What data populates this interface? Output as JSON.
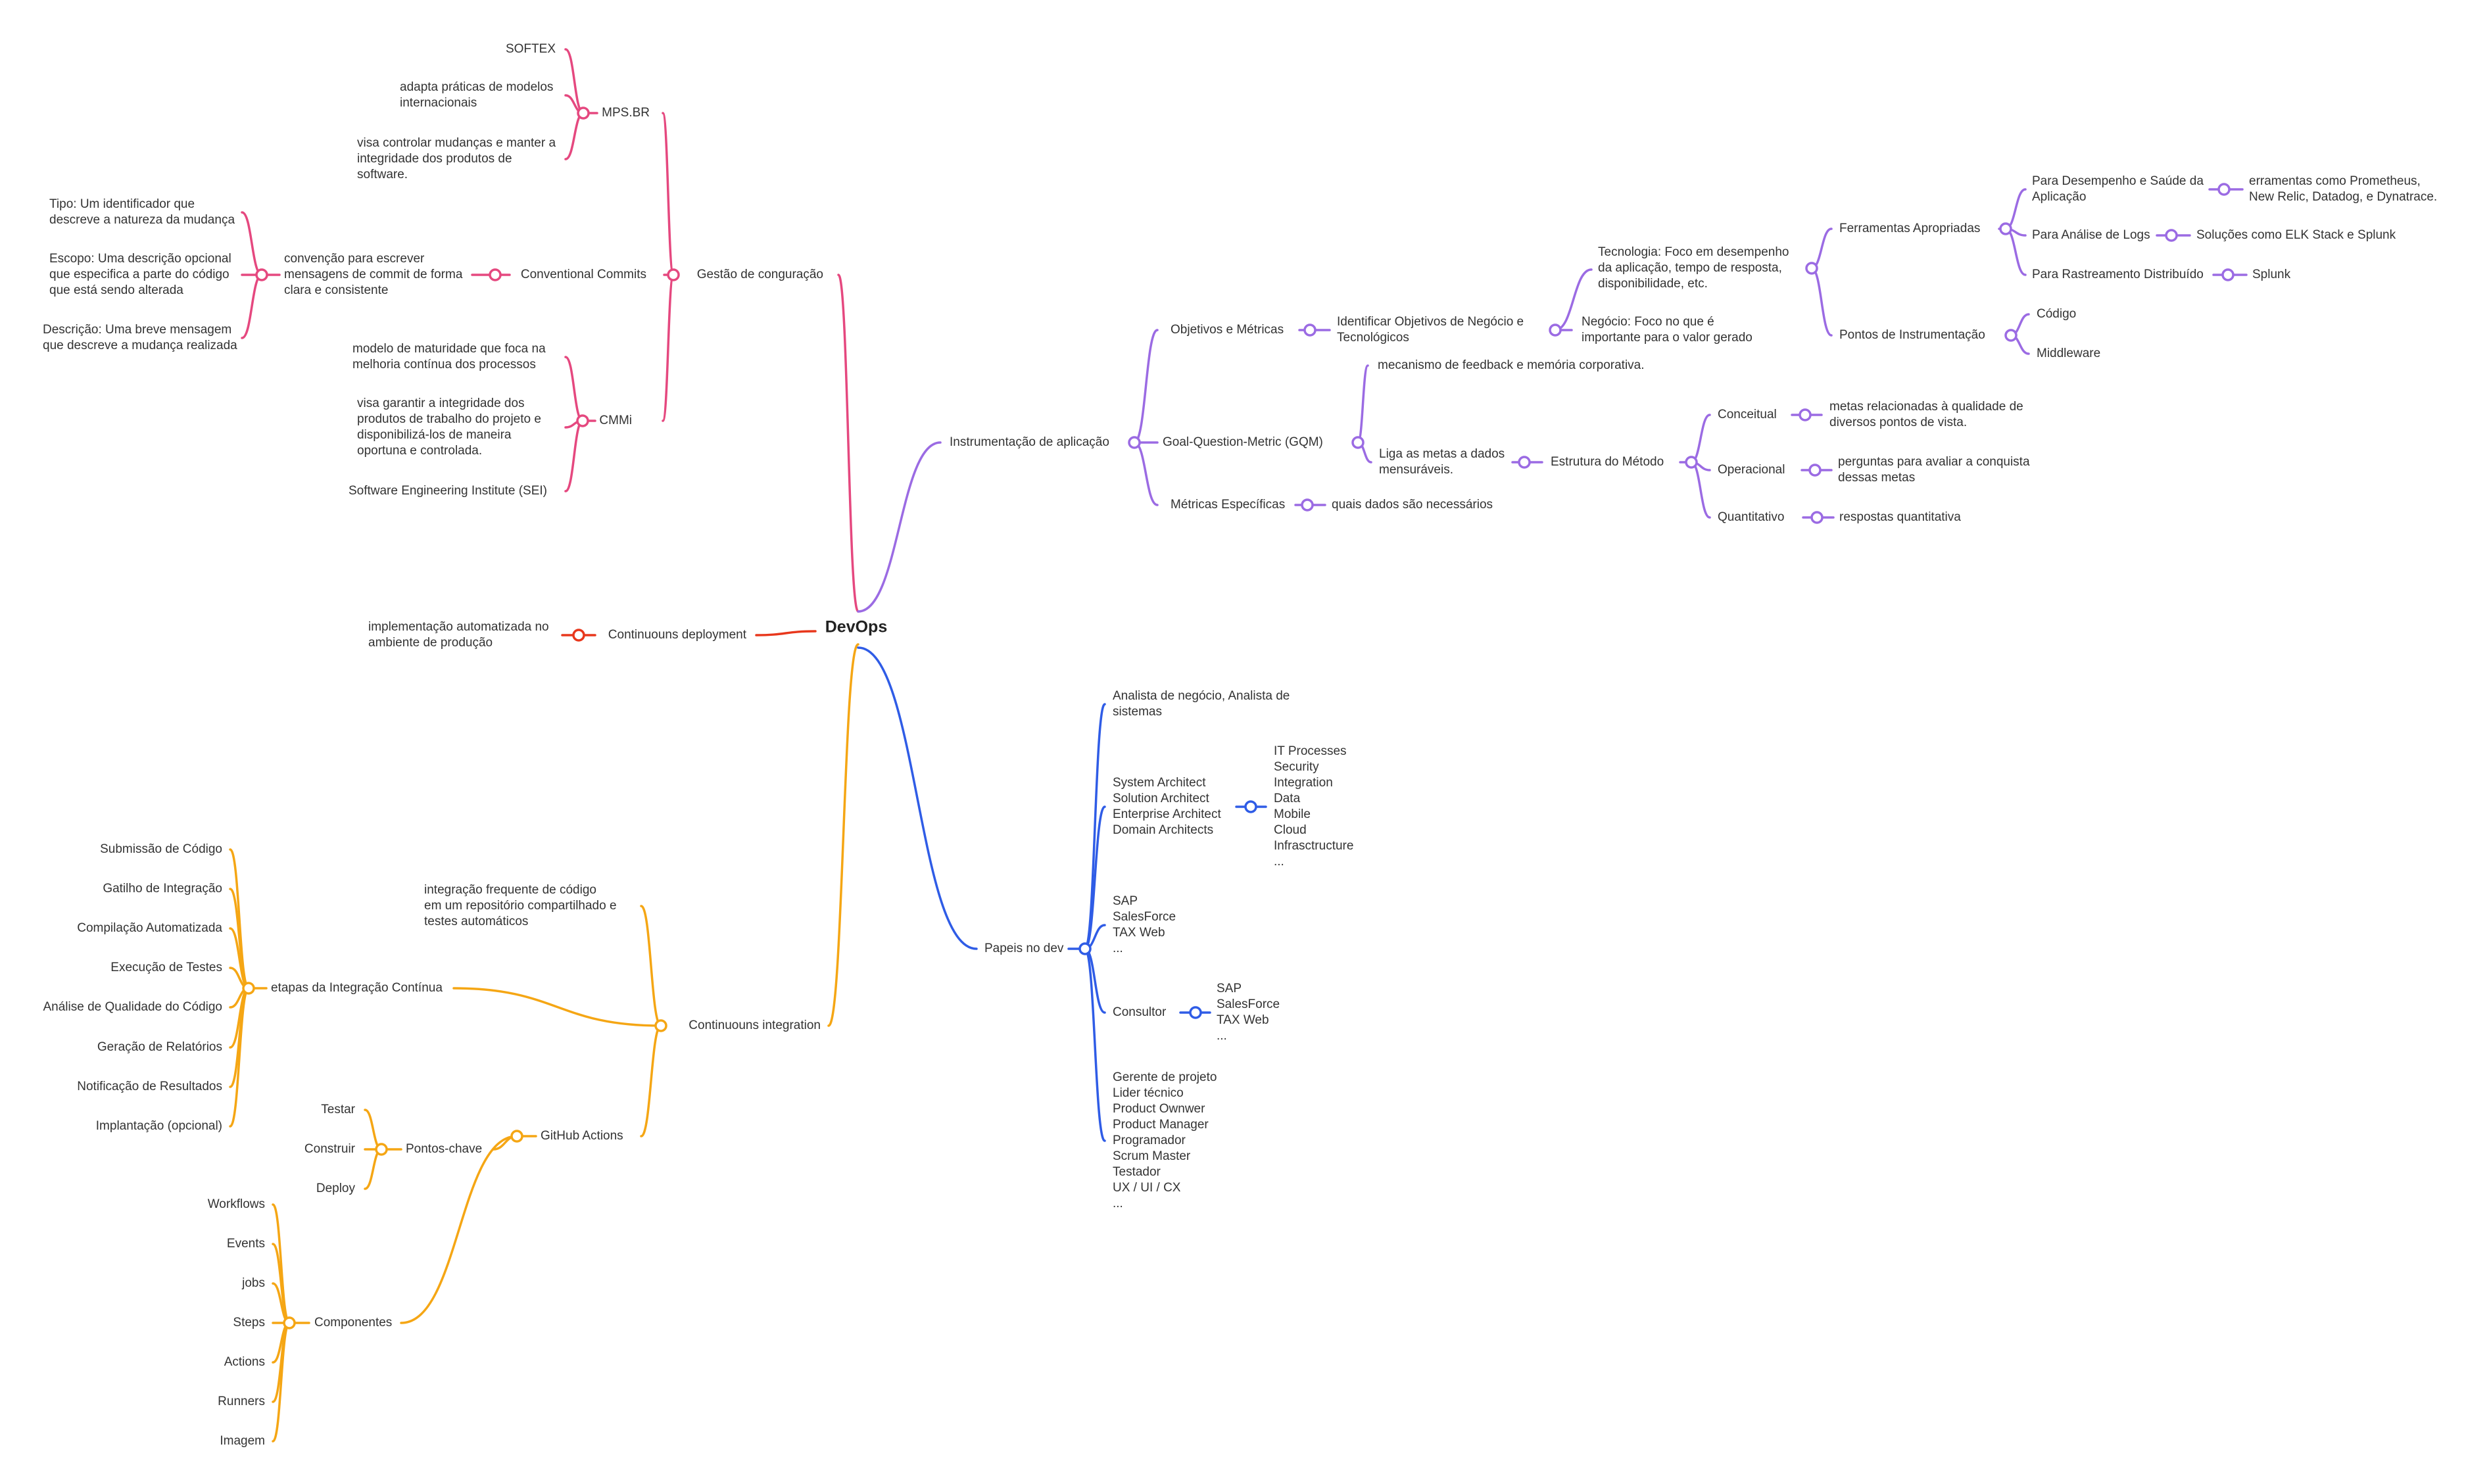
{
  "colors": {
    "pink": "#E5487F",
    "purple": "#9B6BE3",
    "red": "#E8371C",
    "blue": "#2F5CE6",
    "orange": "#F5A614"
  },
  "root": "DevOps",
  "gestao": {
    "label": "Gestão de conguração",
    "mps": {
      "label": "MPS.BR",
      "softex": "SOFTEX",
      "adapta": [
        "adapta práticas de modelos",
        "internacionais"
      ],
      "visa": [
        "visa controlar mudanças e manter a",
        "integridade dos produtos de",
        "software."
      ]
    },
    "cc": {
      "label": "Conventional Commits",
      "convencao": [
        "convenção para escrever",
        "mensagens de commit de forma",
        "clara e consistente"
      ],
      "tipo": [
        "Tipo: Um identificador que",
        "descreve a natureza da mudança"
      ],
      "escopo": [
        "Escopo: Uma descrição opcional",
        "que especifica a parte do código",
        "que está sendo alterada"
      ],
      "descricao": [
        "Descrição: Uma breve mensagem",
        "que descreve a mudança realizada"
      ]
    },
    "cmmi": {
      "label": "CMMi",
      "modelo": [
        "modelo de maturidade que foca na",
        "melhoria contínua dos processos"
      ],
      "visa": [
        "visa garantir a integridade dos",
        "produtos de trabalho do projeto e",
        "disponibilizá-los de maneira",
        "oportuna e controlada."
      ],
      "sei": "Software Engineering Institute (SEI)"
    }
  },
  "deployment": {
    "label": "Continuouns deployment",
    "desc": [
      "implementação automatizada no",
      "ambiente de produção"
    ]
  },
  "integration": {
    "label": "Continuouns integration",
    "desc": [
      "integração frequente de código",
      "em um repositório compartilhado e",
      "testes automáticos"
    ],
    "etapas": {
      "label": "etapas da Integração Contínua",
      "items": [
        "Submissão de Código",
        "Gatilho de Integração",
        "Compilação Automatizada",
        "Execução de Testes",
        "Análise de Qualidade do Código",
        "Geração de Relatórios",
        "Notificação de Resultados",
        "Implantação (opcional)"
      ]
    },
    "github": {
      "label": "GitHub Actions",
      "pontos": {
        "label": "Pontos-chave",
        "items": [
          "Testar",
          "Construir",
          "Deploy"
        ]
      },
      "componentes": {
        "label": "Componentes",
        "items": [
          "Workflows",
          "Events",
          "jobs",
          "Steps",
          "Actions",
          "Runners",
          "Imagem"
        ]
      }
    }
  },
  "instrumentacao": {
    "label": "Instrumentação de aplicação",
    "objetivos": {
      "label": "Objetivos e Métricas",
      "identificar": [
        "Identificar Objetivos de Negócio e",
        "Tecnológicos"
      ],
      "tecnologia": [
        "Tecnologia: Foco em desempenho",
        "da aplicação, tempo de resposta,",
        "disponibilidade, etc."
      ],
      "negocio": [
        "Negócio: Foco no que é",
        "importante para o valor gerado"
      ],
      "ferramentas": {
        "label": "Ferramentas Apropriadas",
        "desempenho": [
          "Para Desempenho e Saúde da",
          "Aplicação"
        ],
        "desempenho_tools": [
          "erramentas como Prometheus,",
          "New Relic, Datadog, e Dynatrace."
        ],
        "logs": "Para Análise de Logs",
        "logs_tools": "Soluções como ELK Stack e Splunk",
        "rastreamento": "Para Rastreamento Distribuído",
        "rastreamento_tools": "Splunk"
      },
      "pontos": {
        "label": "Pontos de Instrumentação",
        "items": [
          "Código",
          "Middleware"
        ]
      }
    },
    "gqm": {
      "label": "Goal-Question-Metric (GQM)",
      "mecanismo": "mecanismo de feedback e memória corporativa.",
      "liga": [
        "Liga as metas a dados",
        "mensuráveis."
      ],
      "estrutura": "Estrutura do Método",
      "conceitual": "Conceitual",
      "conceitual_desc": [
        "metas relacionadas à qualidade de",
        "diversos pontos de vista."
      ],
      "operacional": "Operacional",
      "operacional_desc": [
        "perguntas para avaliar a conquista",
        "dessas metas"
      ],
      "quantitativo": "Quantitativo",
      "quantitativo_desc": "respostas quantitativa"
    },
    "metricas": {
      "label": "Métricas Específicas",
      "desc": "quais dados são necessários"
    }
  },
  "papeis": {
    "label": "Papeis no dev",
    "analista": [
      "Analista de negócio, Analista de",
      "sistemas"
    ],
    "architects": [
      "System Architect",
      "Solution Architect",
      "Enterprise Architect",
      "Domain Architects"
    ],
    "domains": [
      "IT Processes",
      "Security",
      "Integration",
      "Data",
      "Mobile",
      "Cloud",
      "Infrasctructure",
      "..."
    ],
    "sap": [
      "SAP",
      "SalesForce",
      "TAX Web",
      "..."
    ],
    "consultor": "Consultor",
    "consultor_items": [
      "SAP",
      "SalesForce",
      "TAX Web",
      "..."
    ],
    "gerentes": [
      "Gerente de projeto",
      "Lider técnico",
      "Product Ownwer",
      "Product Manager",
      "Programador",
      "Scrum Master",
      "Testador",
      "UX / UI / CX",
      "..."
    ]
  }
}
